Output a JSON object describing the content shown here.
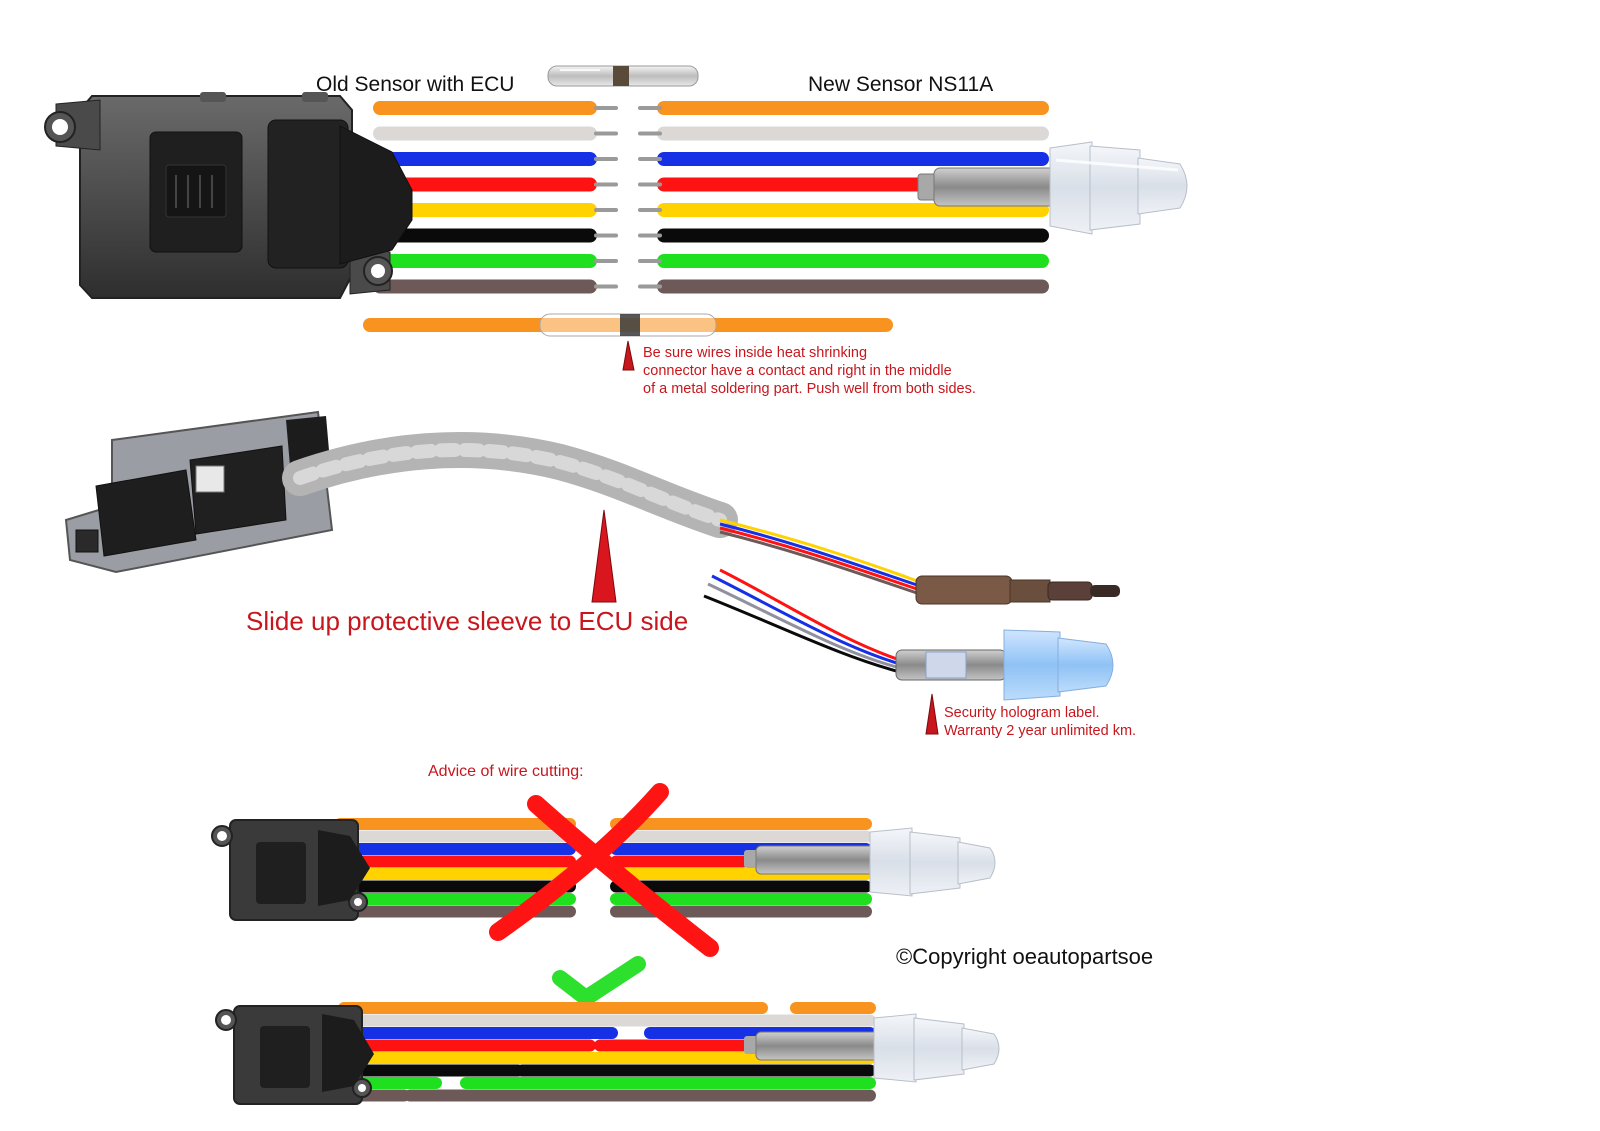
{
  "labels": {
    "old_sensor": "Old Sensor with ECU",
    "new_sensor": "New Sensor NS11A",
    "shrink_note": "Be sure wires inside heat shrinking\nconnector have a contact and right in the middle\nof a metal soldering part. Push well from both sides.",
    "sleeve_note": "Slide up protective sleeve to ECU side",
    "hologram_note": "Security hologram label.\nWarranty 2 year unlimited km.",
    "advice": "Advice of wire cutting:",
    "copyright": "©Copyright oeautopartsoe"
  },
  "wire_colors": [
    "#f7931e",
    "#dcd8d6",
    "#1630e6",
    "#ff1212",
    "#ffd200",
    "#0a0a0a",
    "#1fe01f",
    "#6d5a58"
  ],
  "colors": {
    "accent_red": "#c8161d",
    "ecu_body": "#3a3a3a",
    "sensor_metal": "#9c9c9c",
    "sensor_cap": "#dfe5ee",
    "check_green": "#2ee02e",
    "cross_red": "#ff1414"
  },
  "icons": [
    "connector-sleeve-icon",
    "ecu-icon",
    "sensor-icon",
    "pointer-arrow-icon",
    "cross-icon",
    "checkmark-icon"
  ]
}
